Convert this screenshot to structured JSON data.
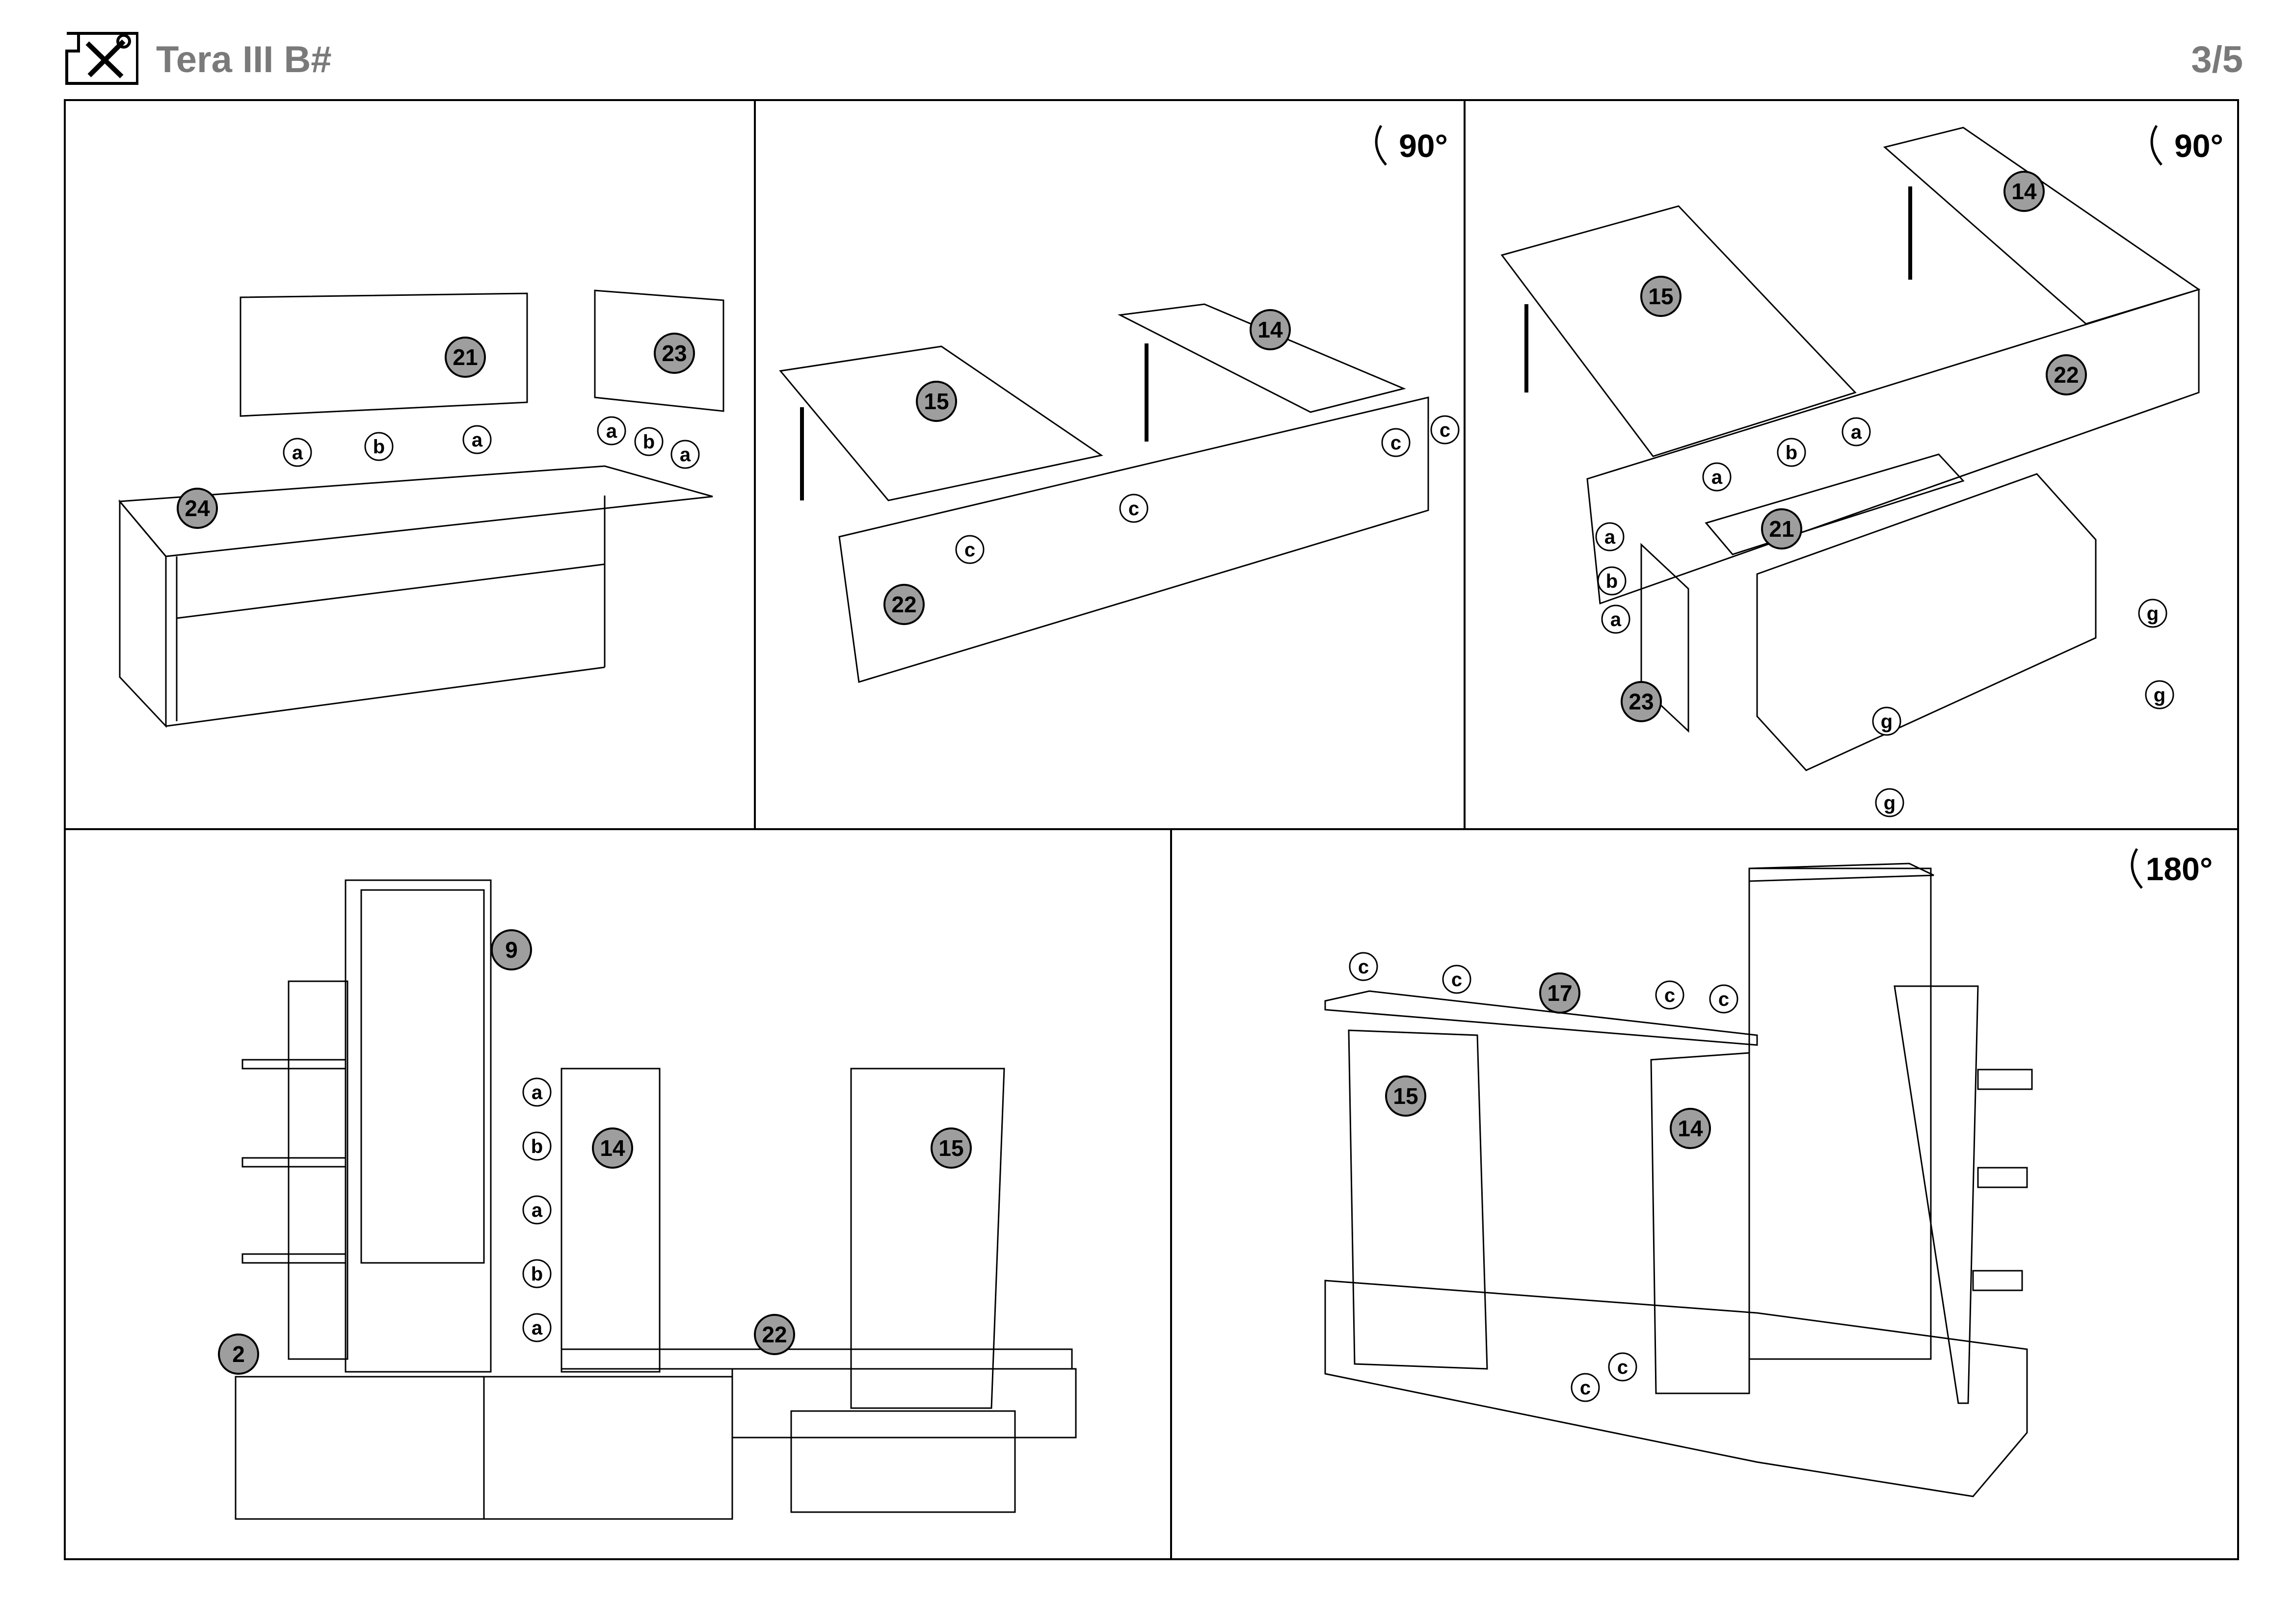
{
  "header": {
    "title": "Tera III B#",
    "page": "3/5",
    "icon": "tools-icon"
  },
  "steps": [
    {
      "labels": [
        "21",
        "23",
        "24"
      ],
      "connectors": [
        "a",
        "b",
        "a",
        "a",
        "b",
        "a"
      ]
    },
    {
      "rotation": "90°",
      "labels": [
        "15",
        "14",
        "22"
      ],
      "connectors": [
        "c",
        "c",
        "c",
        "c"
      ]
    },
    {
      "rotation": "90°",
      "labels": [
        "15",
        "14",
        "22",
        "21",
        "23"
      ],
      "connectors": [
        "a",
        "b",
        "a",
        "a",
        "b",
        "a",
        "g",
        "g",
        "g",
        "g"
      ]
    },
    {
      "labels": [
        "9",
        "14",
        "15",
        "2",
        "22"
      ],
      "connectors": [
        "a",
        "b",
        "a",
        "b",
        "a"
      ]
    },
    {
      "rotation": "180°",
      "labels": [
        "17",
        "15",
        "14"
      ],
      "connectors": [
        "c",
        "c",
        "c",
        "c",
        "c",
        "c"
      ]
    }
  ]
}
